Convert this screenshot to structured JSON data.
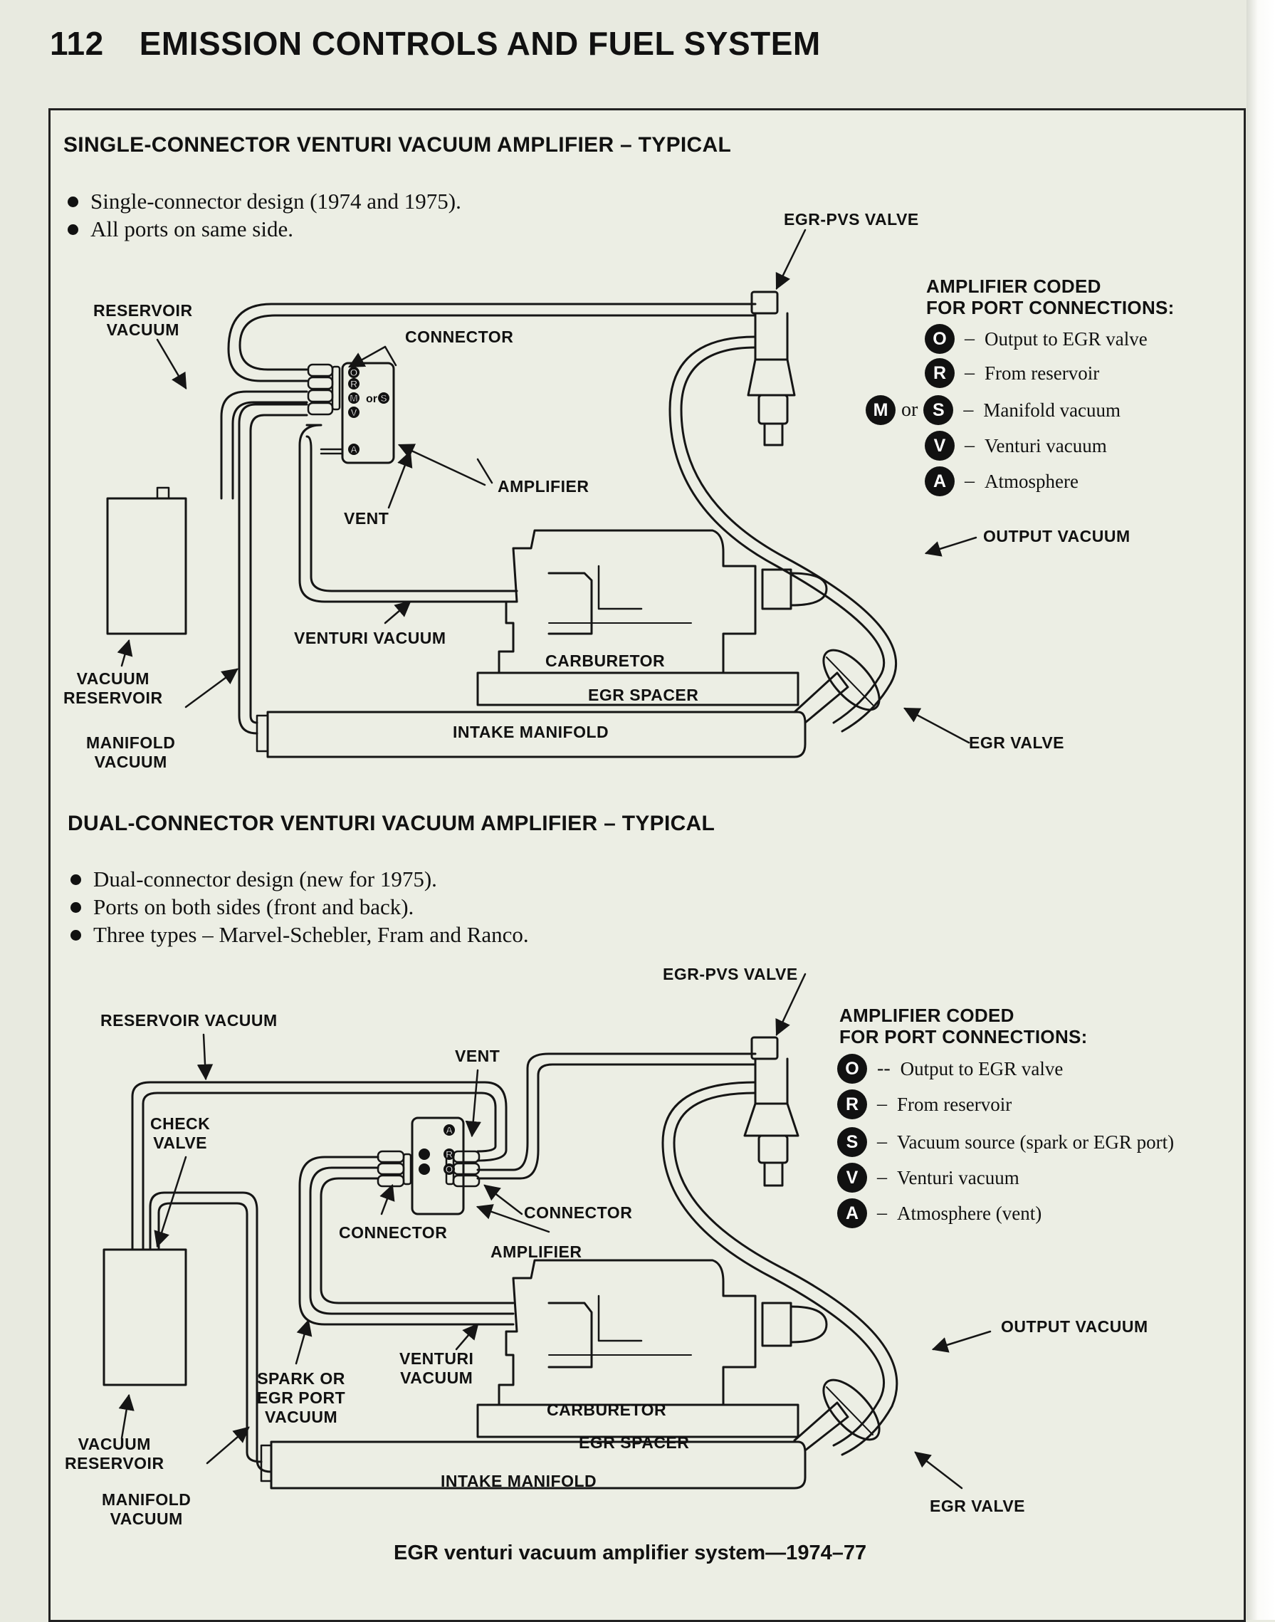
{
  "header": {
    "page_number": "112",
    "title": "EMISSION CONTROLS AND FUEL SYSTEM"
  },
  "top": {
    "title": "SINGLE-CONNECTOR VENTURI VACUUM AMPLIFIER – TYPICAL",
    "bullets": [
      "Single-connector design (1974 and 1975).",
      "All ports on same side."
    ],
    "labels": {
      "egr_pvs_valve": "EGR-PVS VALVE",
      "reservoir_vacuum": "RESERVOIR\nVACUUM",
      "connector": "CONNECTOR",
      "amplifier": "AMPLIFIER",
      "vent": "VENT",
      "output_vacuum": "OUTPUT VACUUM",
      "venturi_vacuum": "VENTURI VACUUM",
      "carburetor": "CARBURETOR",
      "egr_spacer": "EGR SPACER",
      "intake_manifold": "INTAKE MANIFOLD",
      "egr_valve": "EGR VALVE",
      "vacuum_reservoir": "VACUUM\nRESERVOIR",
      "manifold_vacuum": "MANIFOLD\nVACUUM"
    },
    "legend": {
      "title": "AMPLIFIER CODED\nFOR PORT CONNECTIONS:",
      "or_word": "or",
      "items": [
        {
          "codes": [
            "O"
          ],
          "text": "Output to EGR valve"
        },
        {
          "codes": [
            "R"
          ],
          "text": "From reservoir"
        },
        {
          "codes": [
            "M",
            "S"
          ],
          "text": "Manifold vacuum"
        },
        {
          "codes": [
            "V"
          ],
          "text": "Venturi vacuum"
        },
        {
          "codes": [
            "A"
          ],
          "text": "Atmosphere"
        }
      ]
    }
  },
  "bottom": {
    "title": "DUAL-CONNECTOR VENTURI VACUUM AMPLIFIER – TYPICAL",
    "bullets": [
      "Dual-connector design (new for 1975).",
      "Ports on both sides (front and back).",
      "Three types – Marvel-Schebler, Fram and Ranco."
    ],
    "labels": {
      "egr_pvs_valve": "EGR-PVS VALVE",
      "reservoir_vacuum": "RESERVOIR VACUUM",
      "vent": "VENT",
      "check_valve": "CHECK\nVALVE",
      "connector_left": "CONNECTOR",
      "connector_right": "CONNECTOR",
      "amplifier": "AMPLIFIER",
      "output_vacuum": "OUTPUT VACUUM",
      "venturi_vacuum": "VENTURI\nVACUUM",
      "spark_or_egr": "SPARK OR\nEGR PORT\nVACUUM",
      "carburetor": "CARBURETOR",
      "egr_spacer": "EGR SPACER",
      "intake_manifold": "INTAKE MANIFOLD",
      "egr_valve": "EGR VALVE",
      "vacuum_reservoir": "VACUUM\nRESERVOIR",
      "manifold_vacuum": "MANIFOLD\nVACUUM"
    },
    "legend": {
      "title": "AMPLIFIER CODED\nFOR PORT CONNECTIONS:",
      "items": [
        {
          "code": "O",
          "dash": "--",
          "text": "Output to EGR valve"
        },
        {
          "code": "R",
          "dash": "–",
          "text": "From reservoir"
        },
        {
          "code": "S",
          "dash": "–",
          "text": "Vacuum source (spark or EGR port)"
        },
        {
          "code": "V",
          "dash": "–",
          "text": "Venturi vacuum"
        },
        {
          "code": "A",
          "dash": "–",
          "text": "Atmosphere (vent)"
        }
      ]
    }
  },
  "caption": "EGR venturi vacuum amplifier system—1974–77",
  "amplifier_ports": {
    "top": [
      "O",
      "R",
      "M",
      "S",
      "V",
      "A"
    ],
    "bottom_right": [
      "A",
      "R",
      "O"
    ]
  }
}
